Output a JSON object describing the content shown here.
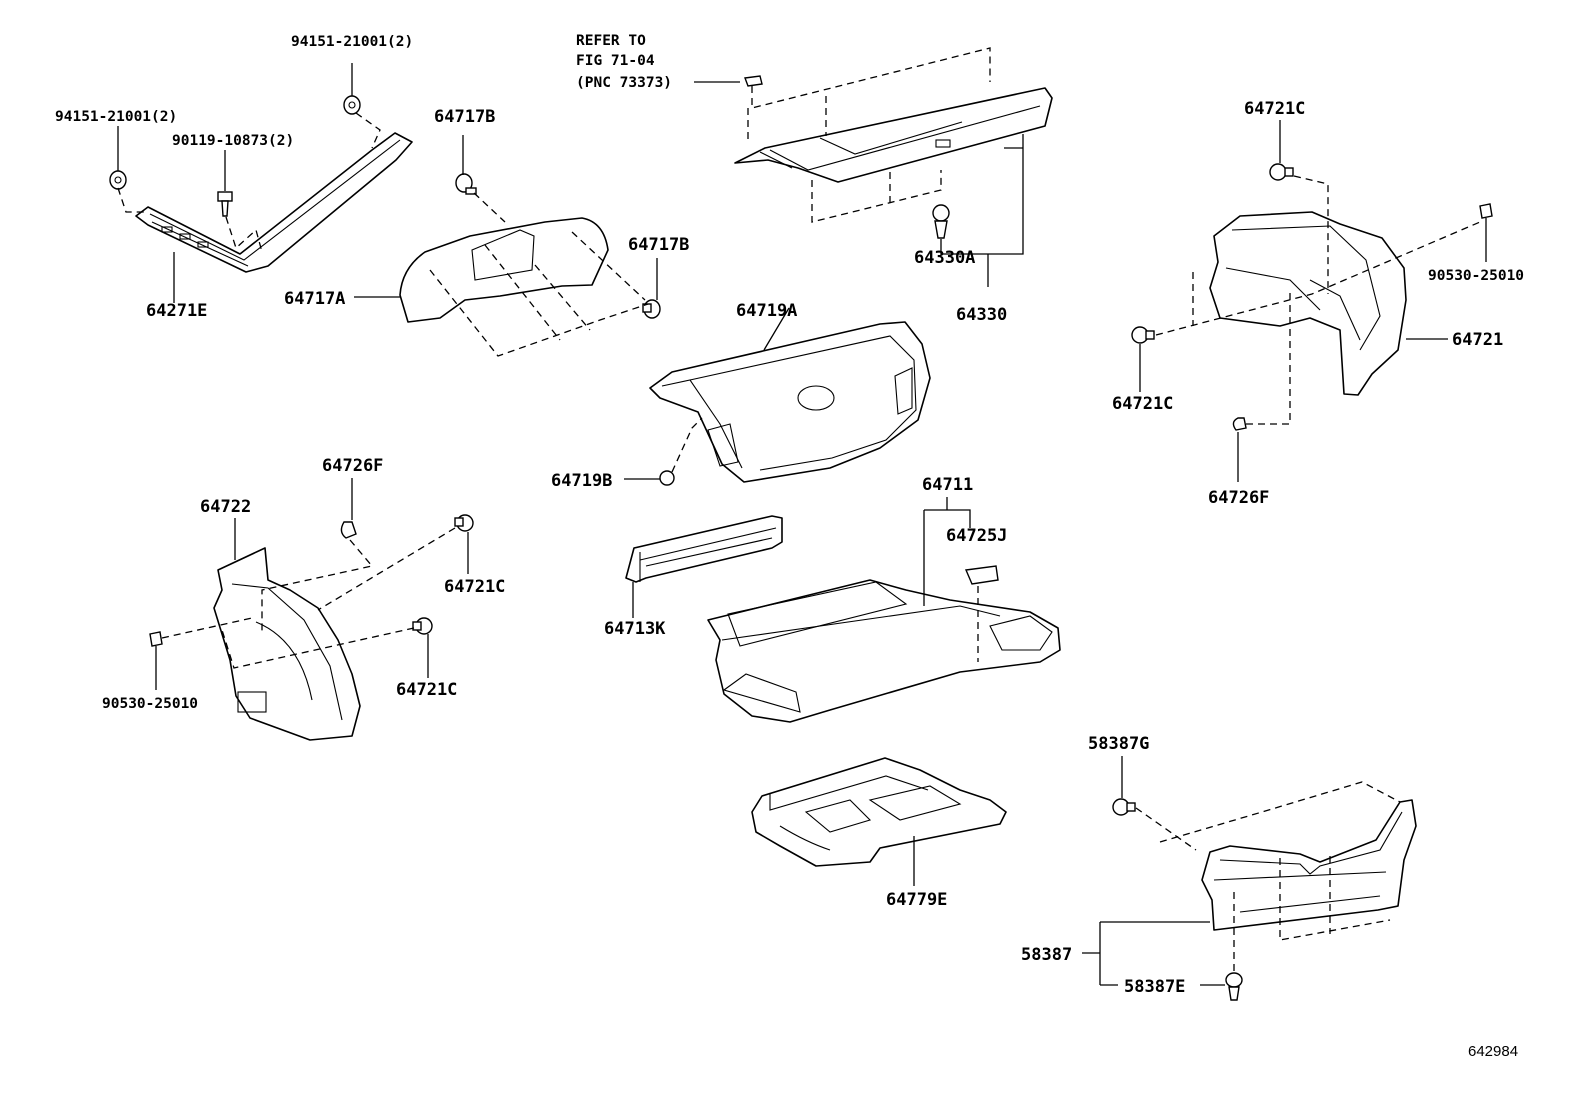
{
  "diagram": {
    "refer_note": [
      "REFER TO",
      "FIG 71-04",
      "(PNC 73373)"
    ],
    "labels": {
      "l_94151_top": "94151-21001(2)",
      "l_94151_left": "94151-21001(2)",
      "l_90119": "90119-10873(2)",
      "l_64271E": "64271E",
      "l_64717B_top": "64717B",
      "l_64717B_right": "64717B",
      "l_64717A": "64717A",
      "l_64330A": "64330A",
      "l_64330": "64330",
      "l_64719A": "64719A",
      "l_64719B": "64719B",
      "l_64721C_tr": "64721C",
      "l_90530_right": "90530-25010",
      "l_64721": "64721",
      "l_64721C_r": "64721C",
      "l_64726F_r": "64726F",
      "l_64726F_l": "64726F",
      "l_64722": "64722",
      "l_64721C_l1": "64721C",
      "l_64721C_l2": "64721C",
      "l_90530_left": "90530-25010",
      "l_64711": "64711",
      "l_64725J": "64725J",
      "l_64713K": "64713K",
      "l_58387G": "58387G",
      "l_64779E": "64779E",
      "l_58387": "58387",
      "l_58387E": "58387E"
    },
    "figure_code": "642984"
  }
}
